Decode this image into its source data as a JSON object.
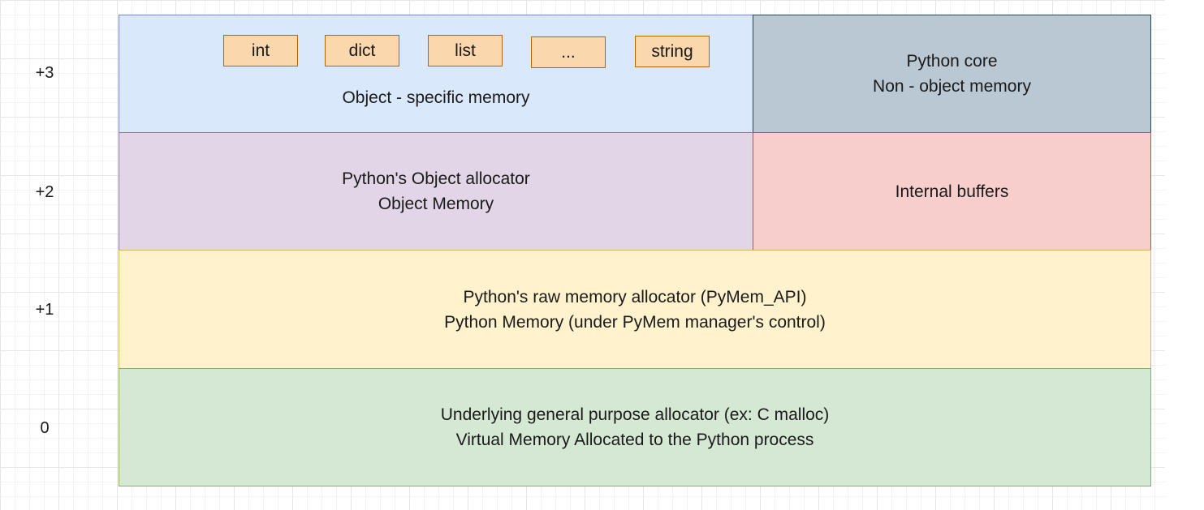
{
  "levels": [
    "+3",
    "+2",
    "+1",
    "0"
  ],
  "layer3": {
    "object_types": [
      "int",
      "dict",
      "list",
      "...",
      "string"
    ],
    "object_specific_label": "Object - specific memory",
    "core_line1": "Python core",
    "core_line2": "Non - object memory"
  },
  "layer2": {
    "allocator_line1": "Python's Object allocator",
    "allocator_line2": "Object Memory",
    "buffers_label": "Internal buffers"
  },
  "layer1": {
    "line1": "Python's raw memory allocator (PyMem_API)",
    "line2": "Python Memory (under PyMem manager's control)"
  },
  "layer0": {
    "line1": "Underlying general purpose allocator (ex: C malloc)",
    "line2": "Virtual Memory Allocated to the Python process"
  },
  "colors": {
    "object_specific_fill": "#dae8fc",
    "core_fill": "#bac8d3",
    "object_allocator_fill": "#e1d5e7",
    "internal_buffers_fill": "#f8cecc",
    "raw_allocator_fill": "#fff2cc",
    "general_allocator_fill": "#d5e8d4",
    "type_chip_fill": "#fad7ac"
  }
}
